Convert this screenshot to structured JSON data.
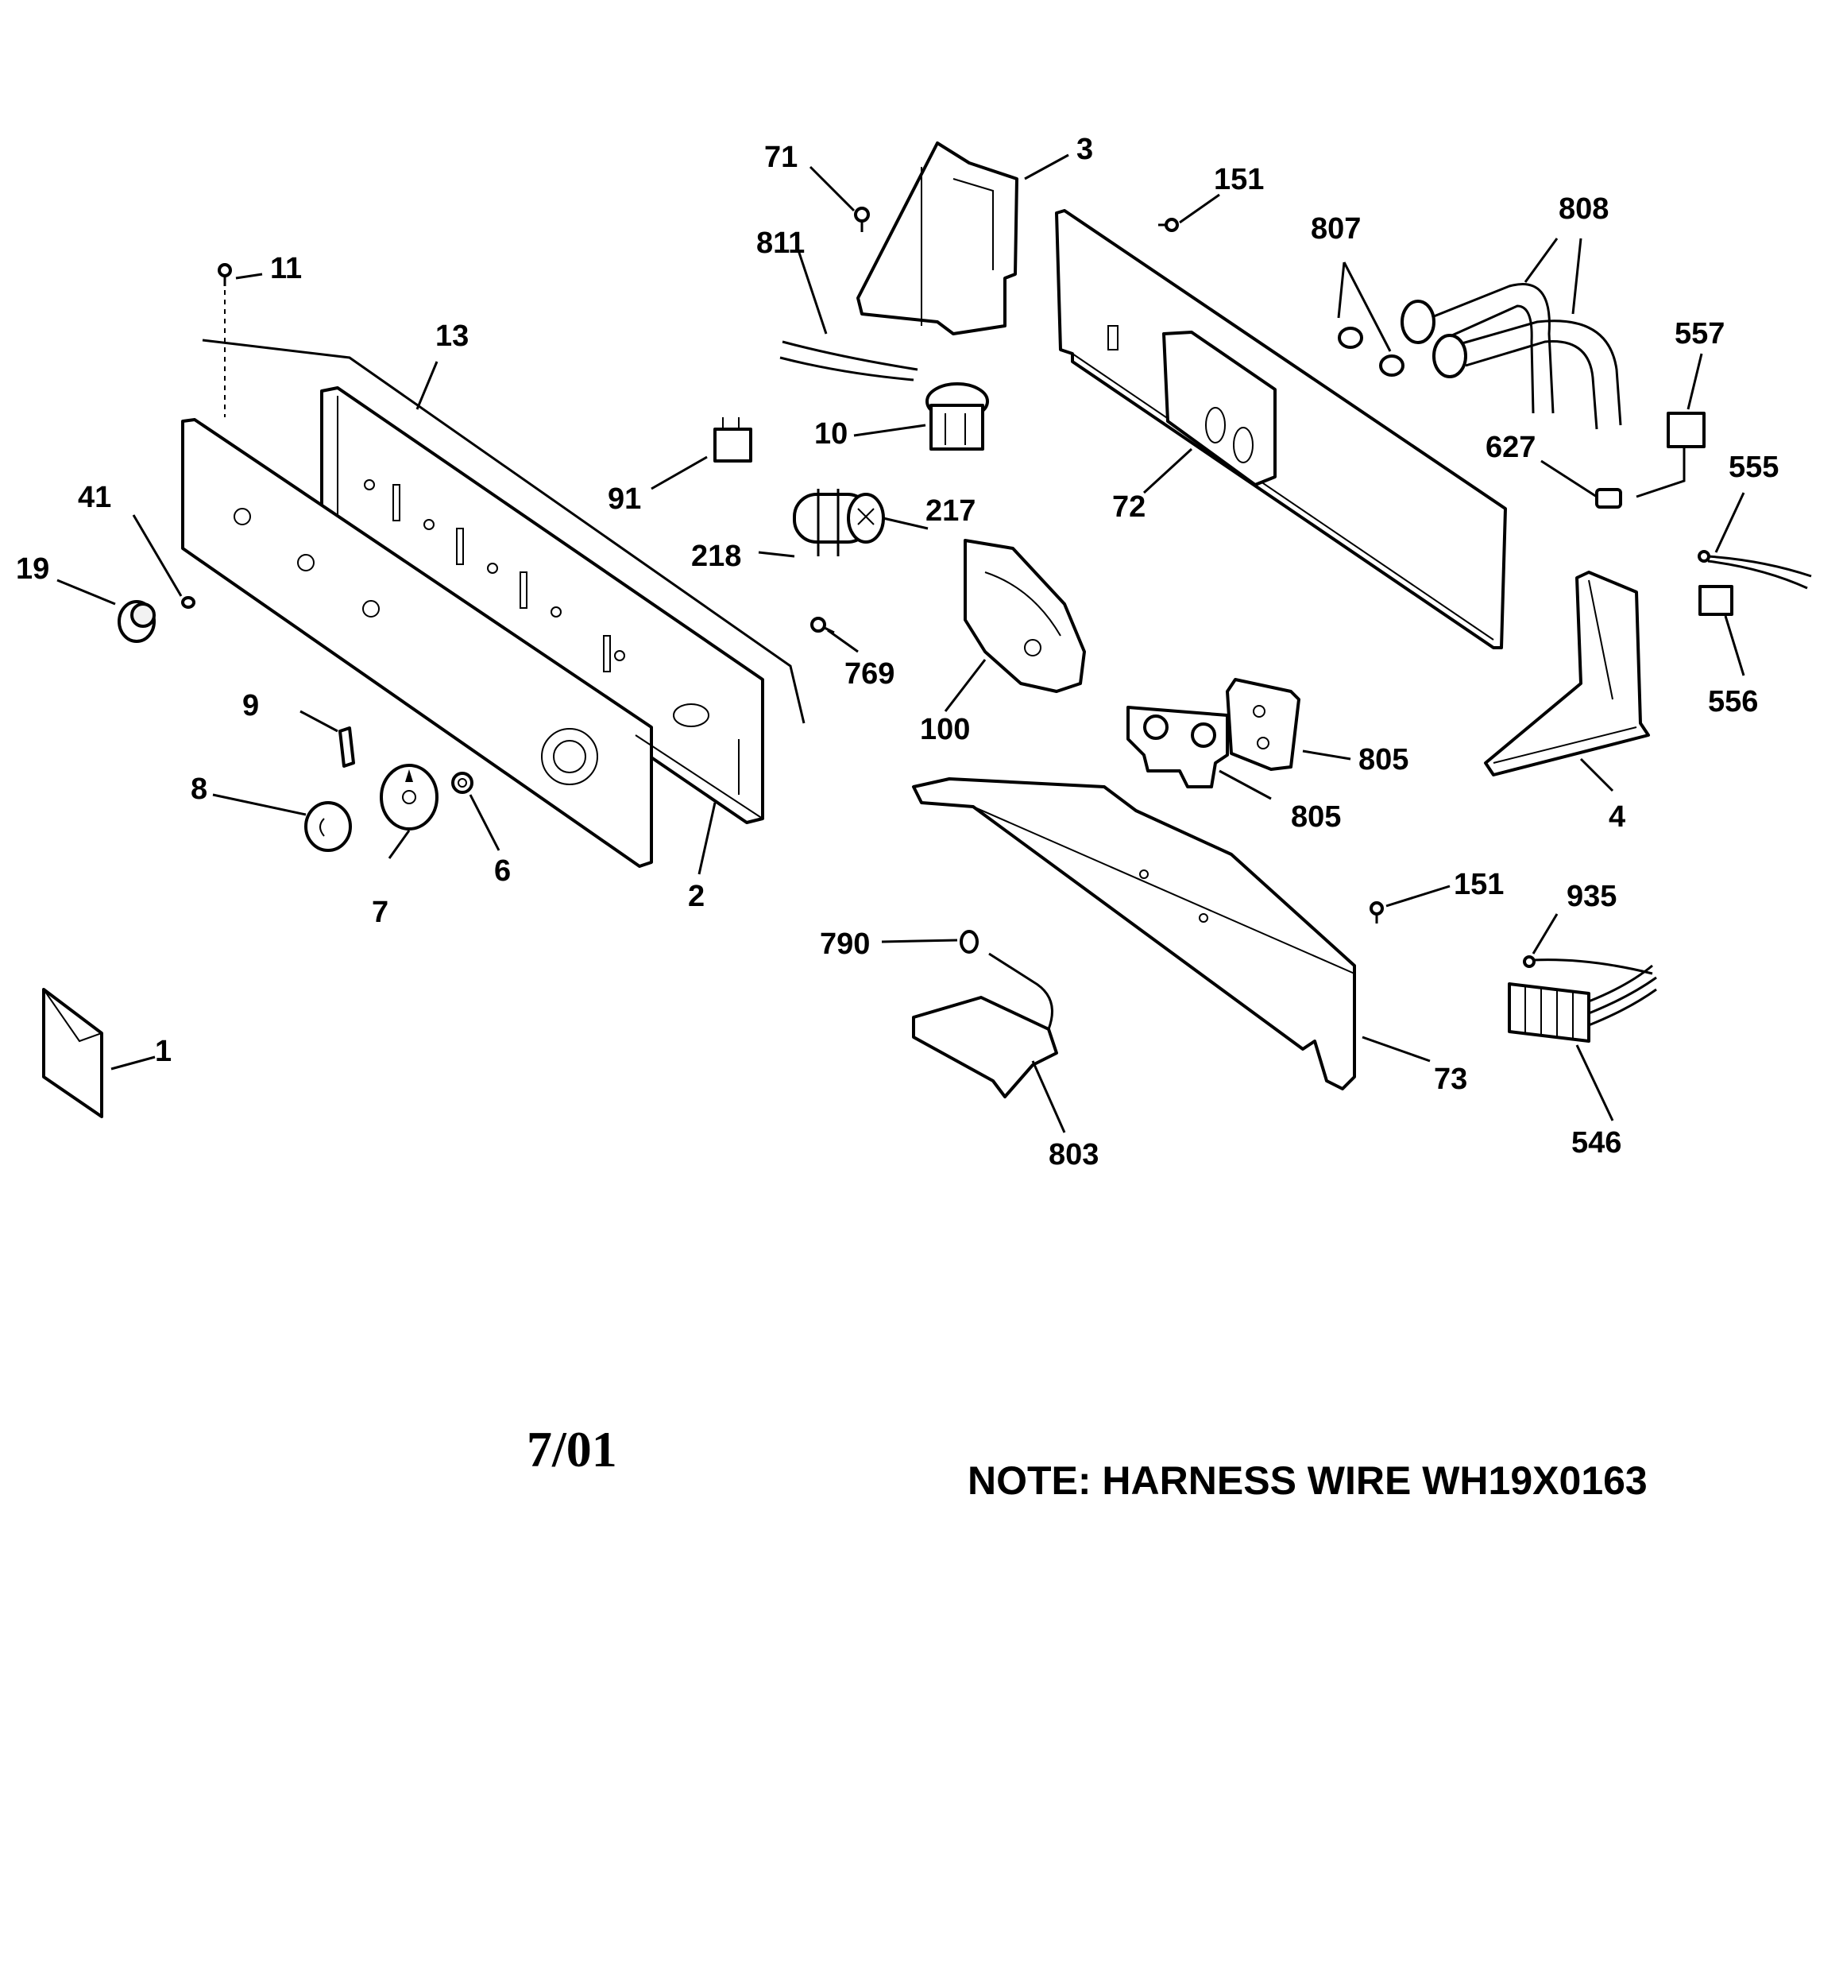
{
  "date_code": "7/01",
  "note": "NOTE: HARNESS WIRE WH19X0163",
  "callouts": {
    "c1": "1",
    "c2": "2",
    "c3": "3",
    "c4": "4",
    "c6": "6",
    "c7": "7",
    "c8": "8",
    "c9": "9",
    "c10": "10",
    "c11": "11",
    "c13": "13",
    "c19": "19",
    "c41": "41",
    "c71": "71",
    "c72": "72",
    "c73": "73",
    "c91": "91",
    "c100": "100",
    "c151a": "151",
    "c151b": "151",
    "c217": "217",
    "c218": "218",
    "c546": "546",
    "c555": "555",
    "c556": "556",
    "c557": "557",
    "c627": "627",
    "c769": "769",
    "c790": "790",
    "c803": "803",
    "c805a": "805",
    "c805b": "805",
    "c807": "807",
    "c808": "808",
    "c811": "811",
    "c935": "935"
  }
}
